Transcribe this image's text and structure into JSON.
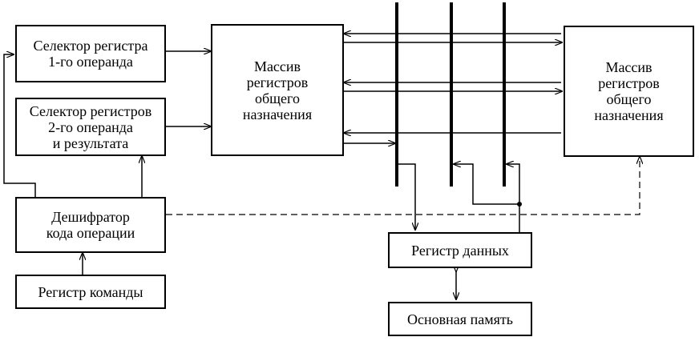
{
  "diagram": {
    "blocks": {
      "selector1": "Селектор регистра\n1-го операнда",
      "selector2": "Селектор регистров\n2-го операнда\nи результата",
      "decoder": "Дешифратор\nкода операции",
      "cmd_register": "Регистр команды",
      "array_left": "Массив\nрегистров\nобщего\nназначения",
      "array_right": "Массив\nрегистров\nобщего\nназначения",
      "data_register": "Регистр данных",
      "main_memory": "Основная память"
    }
  }
}
